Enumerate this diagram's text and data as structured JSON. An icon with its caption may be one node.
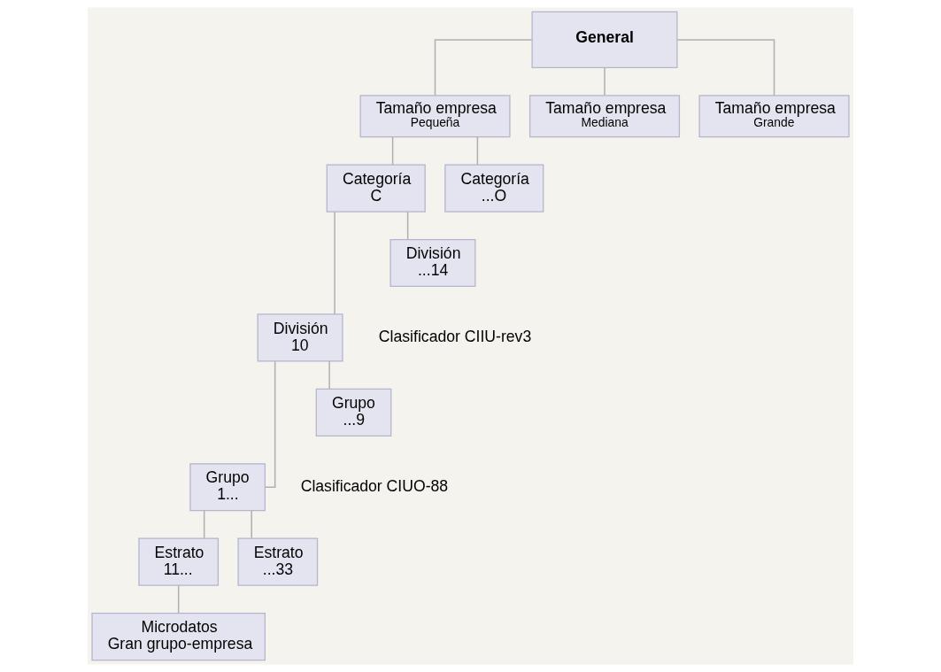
{
  "diagram": {
    "nodes": [
      {
        "text": [
          "General"
        ]
      },
      {
        "text": [
          "Tamaño empresa",
          "Pequeña"
        ]
      },
      {
        "text": [
          "Tamaño empresa",
          "Mediana"
        ]
      },
      {
        "text": [
          "Tamaño empresa",
          "Grande"
        ]
      },
      {
        "text": [
          "Categoría",
          "C"
        ]
      },
      {
        "text": [
          "Categoría",
          "...O"
        ]
      },
      {
        "text": [
          "División",
          "10"
        ]
      },
      {
        "text": [
          "División",
          "...14"
        ]
      },
      {
        "text": [
          "Grupo",
          "1..."
        ]
      },
      {
        "text": [
          "Grupo",
          "...9"
        ]
      },
      {
        "text": [
          "Estrato",
          "11..."
        ]
      },
      {
        "text": [
          "Estrato",
          "...33"
        ]
      },
      {
        "text": [
          "Microdatos",
          "Gran grupo-empresa"
        ]
      }
    ],
    "edges": [
      {
        "from": 0,
        "to": 1,
        "arrow": "none"
      },
      {
        "from": 0,
        "to": 2,
        "arrow": "none"
      },
      {
        "from": 0,
        "to": 3,
        "arrow": "none"
      },
      {
        "from": 1,
        "to": 4,
        "arrow": "none"
      },
      {
        "from": 1,
        "to": 5,
        "arrow": "none"
      },
      {
        "from": 4,
        "to": 6,
        "arrow": "none"
      },
      {
        "from": 4,
        "to": 7,
        "arrow": "none"
      },
      {
        "from": 6,
        "to": 8,
        "arrow": "none"
      },
      {
        "from": 6,
        "to": 9,
        "arrow": "none"
      },
      {
        "from": 8,
        "to": 10,
        "arrow": "none"
      },
      {
        "from": 8,
        "to": 11,
        "arrow": "none"
      },
      {
        "from": 10,
        "to": 12,
        "arrow": "none"
      }
    ],
    "labels": [
      "Clasificador CIIU-rev3",
      "Clasificador CIUO-88"
    ]
  }
}
